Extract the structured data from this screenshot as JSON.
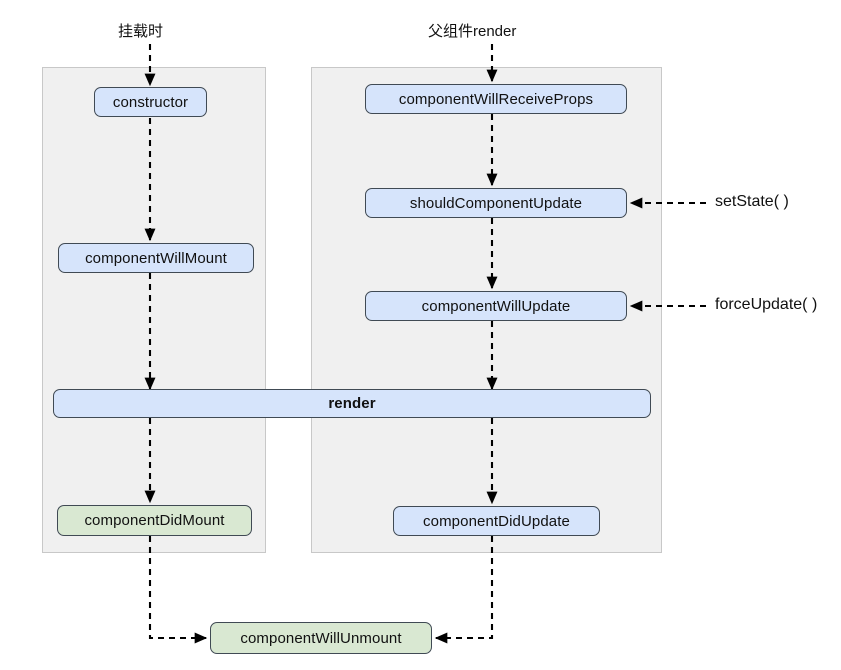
{
  "diagram": {
    "title": "React component lifecycle flowchart",
    "colors": {
      "blue_fill": "#d6e4fb",
      "green_fill": "#d9e8d2",
      "panel_fill": "#f0f0f0",
      "panel_border": "#c8c8c8",
      "node_border": "#404a54",
      "edge_color": "#000000",
      "background": "#ffffff"
    },
    "captions": {
      "mounting": "挂载时",
      "parent_render": "父组件render"
    },
    "panels": {
      "mounting_phase": "",
      "updating_phase": ""
    },
    "nodes": {
      "constructor": "constructor",
      "component_will_mount": "componentWillMount",
      "render": "render",
      "component_did_mount": "componentDidMount",
      "component_will_receive_props": "componentWillReceiveProps",
      "should_component_update": "shouldComponentUpdate",
      "component_will_update": "componentWillUpdate",
      "component_did_update": "componentDidUpdate",
      "component_will_unmount": "componentWillUnmount"
    },
    "side_labels": {
      "set_state": "setState( )",
      "force_update": "forceUpdate( )"
    }
  }
}
